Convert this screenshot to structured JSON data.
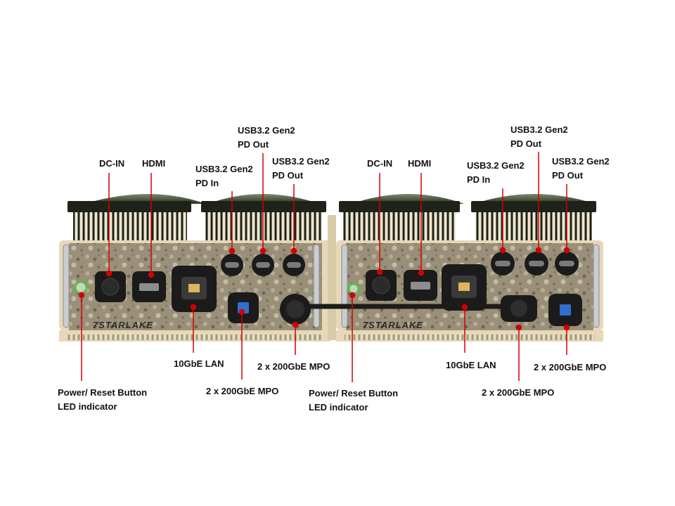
{
  "colors": {
    "leader": "#d40000",
    "frame": "#e6d8b8",
    "panel": "#9a8f78",
    "heatsink": "#1e2218",
    "fin": "#efe6cf",
    "port": "#1b1b1b",
    "led": "#4cc63a"
  },
  "units": [
    {
      "brand": "7STARLAKE",
      "labels": {
        "dcin": "DC-IN",
        "hdmi": "HDMI",
        "usb_pd_in": [
          "USB3.2 Gen2",
          "PD In"
        ],
        "usb_pd_out_a": [
          "USB3.2 Gen2",
          "PD Out"
        ],
        "usb_pd_out_b": [
          "USB3.2 Gen2",
          "PD Out"
        ],
        "lan": "10GbE LAN",
        "mpo_lower": "2 x 200GbE MPO",
        "mpo_upper": "2 x 200GbE MPO",
        "power": [
          "Power/ Reset Button",
          "LED indicator"
        ]
      }
    },
    {
      "brand": "7STARLAKE",
      "labels": {
        "dcin": "DC-IN",
        "hdmi": "HDMI",
        "usb_pd_in": [
          "USB3.2 Gen2",
          "PD In"
        ],
        "usb_pd_out_a": [
          "USB3.2 Gen2",
          "PD Out"
        ],
        "usb_pd_out_b": [
          "USB3.2 Gen2",
          "PD Out"
        ],
        "lan": "10GbE LAN",
        "mpo_upper": "2 x 200GbE MPO",
        "mpo_lower": "2 x 200GbE MPO",
        "power": [
          "Power/ Reset Button",
          "LED indicator"
        ]
      }
    }
  ]
}
